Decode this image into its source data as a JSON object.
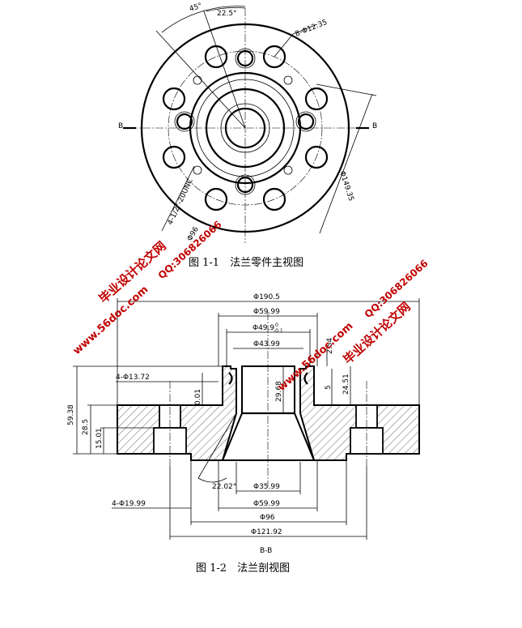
{
  "figure1": {
    "caption": "图 1-1　法兰零件主视图",
    "angle_45": "45°",
    "angle_22_5": "22.5°",
    "holes_note": "8-Φ12.35",
    "dim_149": "Φ149.35",
    "thread_note": "4-1/2\"-20UNC",
    "dim_96": "Φ96",
    "section_label": "B"
  },
  "figure2": {
    "caption": "图 1-2　法兰剖视图",
    "section_name": "B-B",
    "d190_5": "Φ190.5",
    "d59_99_top": "Φ59.99",
    "d49_9": "Φ49.9",
    "d49_9_tol": "0",
    "d49_9_tol2": "-0.1",
    "d43_99": "Φ43.99",
    "holes_13_72": "4-Φ13.72",
    "h59_38": "59.38",
    "h28_5": "28.5",
    "h15_01": "15.01",
    "h0_01": "0.01",
    "h29_68": "29.68",
    "h2_54": "2.54",
    "h5": "5",
    "h24_51": "24.51",
    "angle_22_02": "22.02°",
    "d35_99": "Φ35.99",
    "holes_19_99": "4-Φ19.99",
    "d59_99_bot": "Φ59.99",
    "d96": "Φ96",
    "d121_92": "Φ121.92"
  },
  "watermark": {
    "site_cn": "毕业设计论文网",
    "url": "www.56doc.com",
    "qq": "QQ:306826066"
  }
}
